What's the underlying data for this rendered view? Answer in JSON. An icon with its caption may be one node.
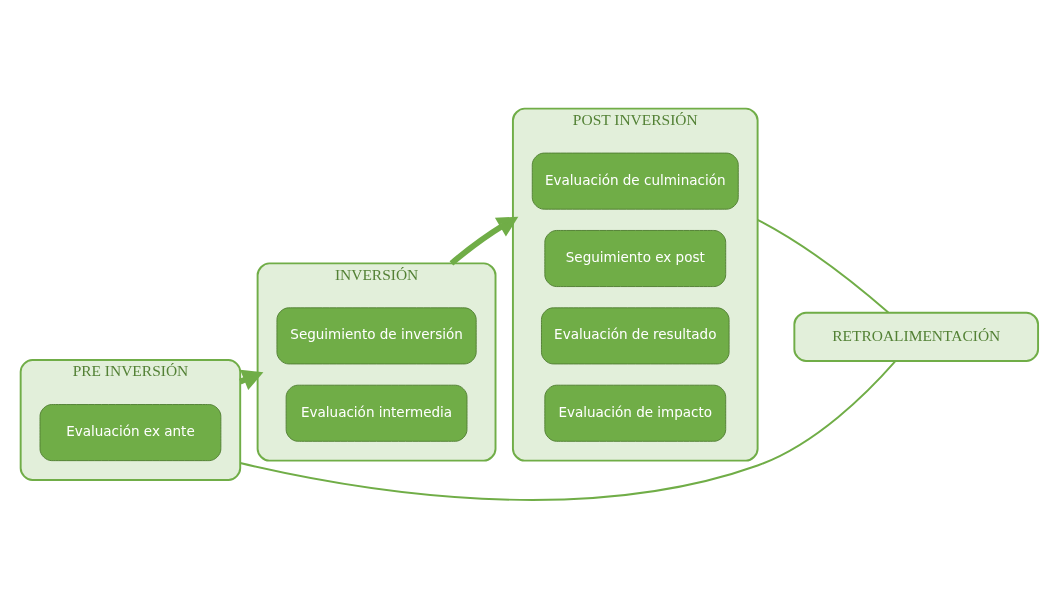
{
  "diagram": {
    "nodes": [
      {
        "text": [
          "PRE INVERSIÓN"
        ]
      },
      {
        "text": [
          "Evaluación ex ante"
        ],
        "in": 0
      },
      {
        "text": [
          "INVERSIÓN"
        ]
      },
      {
        "text": [
          "Seguimiento de inversión"
        ],
        "in": 2
      },
      {
        "text": [
          "Evaluación intermedia"
        ],
        "in": 2
      },
      {
        "text": [
          "POST INVERSIÓN"
        ]
      },
      {
        "text": [
          "Evaluación de culminación"
        ],
        "in": 5
      },
      {
        "text": [
          "Seguimiento ex post"
        ],
        "in": 5
      },
      {
        "text": [
          "Evaluación de resultado"
        ],
        "in": 5
      },
      {
        "text": [
          "Evaluación de impacto"
        ],
        "in": 5
      },
      {
        "text": [
          "RETROALIMENTACIÓN"
        ]
      }
    ],
    "edges": [
      {
        "from": 0,
        "to": 2,
        "arrow": "to",
        "style": "thick"
      },
      {
        "from": 2,
        "to": 5,
        "arrow": "to",
        "style": "thick"
      },
      {
        "from": 0,
        "to": 10,
        "arrow": "none"
      },
      {
        "from": 5,
        "to": 10,
        "arrow": "none"
      }
    ]
  }
}
